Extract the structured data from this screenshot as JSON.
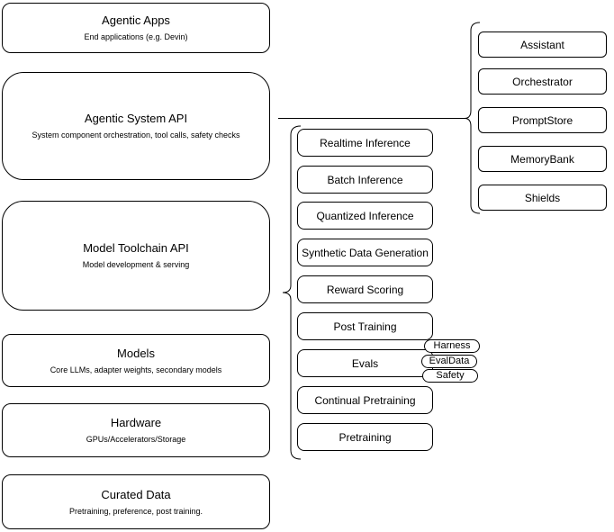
{
  "diagram": {
    "colors": {
      "stroke": "#000000",
      "fill": "#ffffff",
      "text": "#000000"
    },
    "stack": [
      {
        "title": "Agentic Apps",
        "subtitle": "End applications (e.g. Devin)"
      },
      {
        "title": "Agentic System API",
        "subtitle": "System component orchestration, tool calls, safety checks"
      },
      {
        "title": "Model Toolchain API",
        "subtitle": "Model development & serving"
      },
      {
        "title": "Models",
        "subtitle": "Core LLMs, adapter weights, secondary models"
      },
      {
        "title": "Hardware",
        "subtitle": "GPUs/Accelerators/Storage"
      },
      {
        "title": "Curated Data",
        "subtitle": "Pretraining, preference, post training."
      }
    ],
    "toolchain_services": [
      "Realtime Inference",
      "Batch Inference",
      "Quantized Inference",
      "Synthetic Data Generation",
      "Reward Scoring",
      "Post Training",
      "Evals",
      "Continual Pretraining",
      "Pretraining"
    ],
    "eval_tags": [
      "Harness",
      "EvalData",
      "Safety"
    ],
    "system_components": [
      "Assistant",
      "Orchestrator",
      "PromptStore",
      "MemoryBank",
      "Shields"
    ]
  }
}
